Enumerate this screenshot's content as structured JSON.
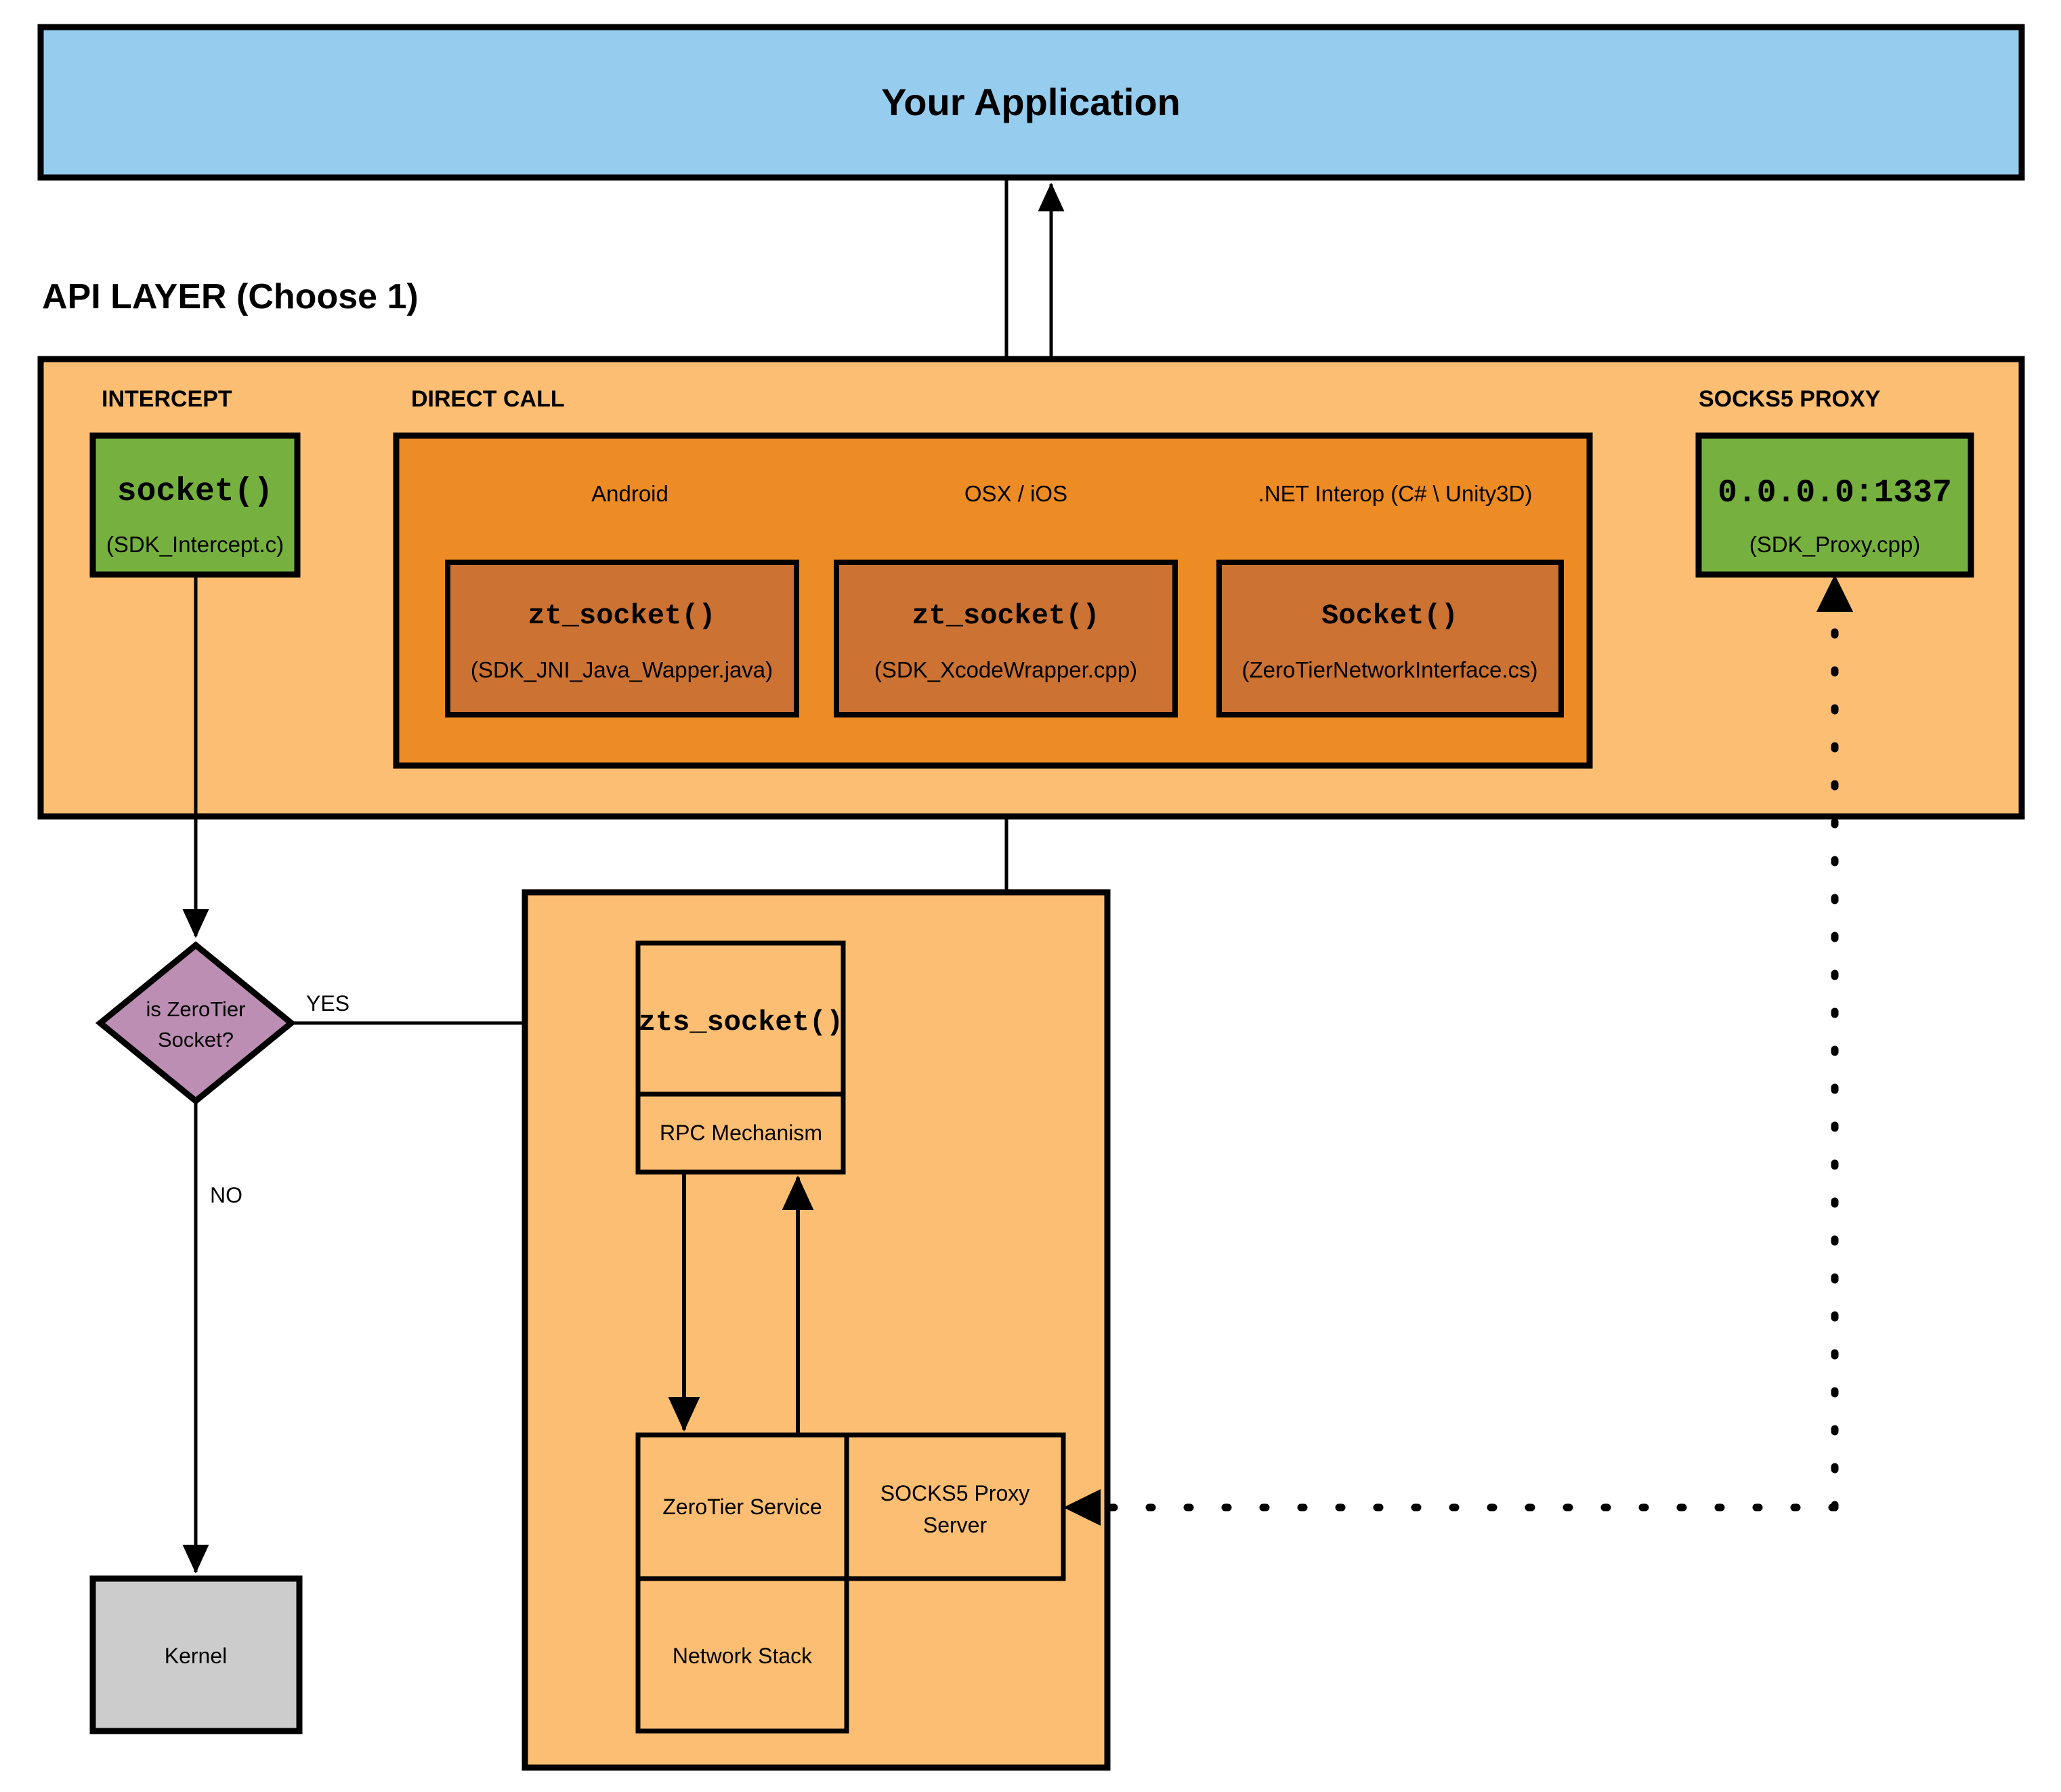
{
  "diagram": {
    "title_block": {
      "label": "Your Application"
    },
    "api_layer_heading": "API LAYER (Choose 1)",
    "columns": {
      "intercept": "INTERCEPT",
      "direct_call": "DIRECT CALL",
      "socks5_proxy": "SOCKS5 PROXY"
    },
    "intercept_box": {
      "name": "socket()",
      "file": "(SDK_Intercept.c)"
    },
    "direct_call": {
      "platforms": [
        {
          "platform": "Android",
          "name": "zt_socket()",
          "file": "(SDK_JNI_Java_Wapper.java)"
        },
        {
          "platform": "OSX / iOS",
          "name": "zt_socket()",
          "file": "(SDK_XcodeWrapper.cpp)"
        },
        {
          "platform": ".NET Interop (C# \\ Unity3D)",
          "name": "Socket()",
          "file": "(ZeroTierNetworkInterface.cs)"
        }
      ]
    },
    "proxy_box": {
      "address": "0.0.0.0:1337",
      "file": "(SDK_Proxy.cpp)"
    },
    "decision": {
      "line1": "is ZeroTier",
      "line2": "Socket?",
      "yes_label": "YES",
      "no_label": "NO"
    },
    "kernel_box": {
      "label": "Kernel"
    },
    "service_panel": {
      "zts_socket": "zts_socket()",
      "rpc": "RPC Mechanism",
      "zerotier_service": "ZeroTier Service",
      "socks5_server_line1": "SOCKS5 Proxy",
      "socks5_server_line2": "Server",
      "network_stack": "Network Stack"
    },
    "colors": {
      "application_blue": "#96CDEF",
      "api_layer_orange": "#FCBE72",
      "direct_call_orange": "#ED8B25",
      "wrapper_brown": "#CC7233",
      "green": "#76B13F",
      "purple": "#BC8EB4",
      "gray": "#CCCCCC",
      "stroke": "#000000"
    }
  }
}
